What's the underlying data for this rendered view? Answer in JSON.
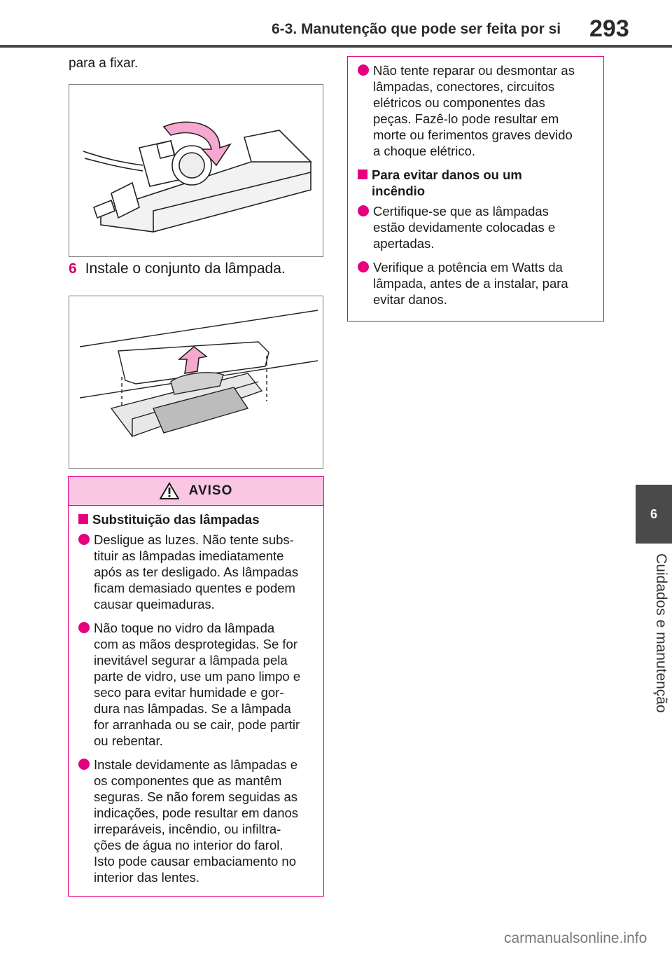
{
  "header": {
    "section_title": "6-3. Manutenção que pode ser feita por si",
    "page_number": "293"
  },
  "side_tab": {
    "chapter_number": "6",
    "chapter_title": "Cuidados e manutenção"
  },
  "left_column": {
    "intro": "para a fixar.",
    "step": {
      "number": "6",
      "text": "Instale o conjunto da lâmpada."
    }
  },
  "warning": {
    "label": "AVISO",
    "heading": "Substituição das lâmpadas",
    "bullets": [
      "Desligue as luzes. Não tente subs-\ntituir as lâmpadas imediatamente\napós as ter desligado. As lâmpadas\nficam demasiado quentes e podem\ncausar queimaduras.",
      "Não toque no vidro da lâmpada\ncom as mãos desprotegidas. Se for\ninevitável segurar a lâmpada pela\nparte de vidro, use um pano limpo e\nseco para evitar humidade e gor-\ndura nas lâmpadas. Se a lâmpada\nfor arranhada ou se cair, pode partir\nou rebentar.",
      "Instale devidamente as lâmpadas e\nos componentes que as mantêm\nseguras. Se não forem seguidas as\nindicações, pode resultar em danos\nirreparáveis, incêndio, ou infiltra-\nções de água no interior do farol.\nIsto pode causar embaciamento no\ninterior das lentes."
    ]
  },
  "right_column": {
    "bullet_1": "Não tente reparar ou desmontar as\nlâmpadas, conectores, circuitos\nelétricos ou componentes das\npeças. Fazê-lo pode resultar em\nmorte ou ferimentos graves devido\na choque elétrico.",
    "heading": "Para evitar danos ou um\nincêndio",
    "bullets": [
      "Certifique-se que as lâmpadas\nestão devidamente colocadas e\napertadas.",
      "Verifique a potência em Watts da\nlâmpada, antes de a instalar, para\nevitar danos."
    ]
  },
  "watermark": "carmanualsonline.info",
  "colors": {
    "accent": "#e4007f",
    "warning_fill": "#f9c7e3",
    "header_gray": "#4a4a4a"
  }
}
